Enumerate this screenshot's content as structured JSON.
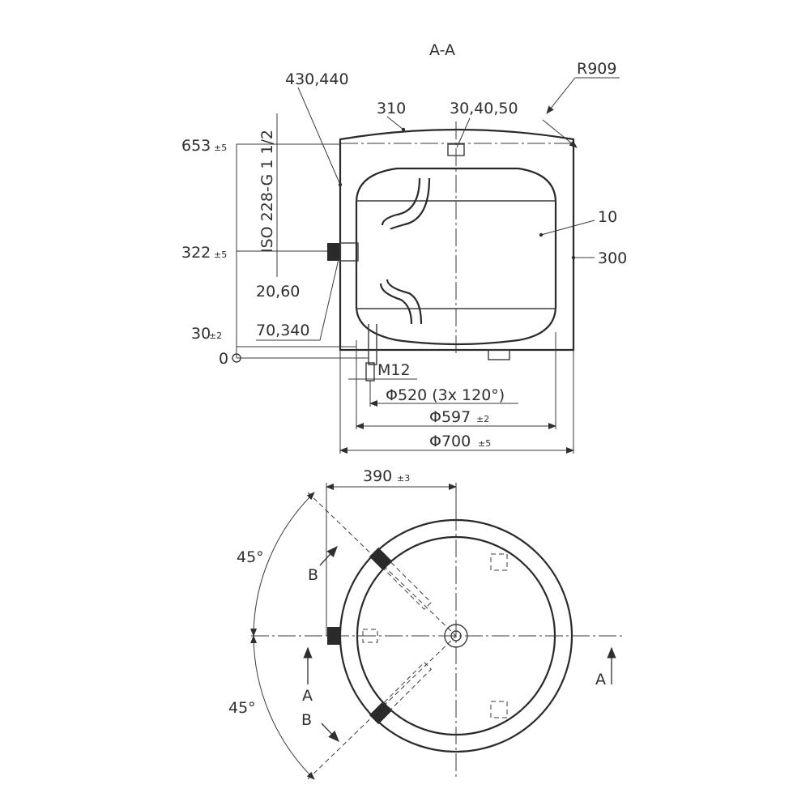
{
  "section": {
    "title": "A-A",
    "radius_label": "R909",
    "labels": {
      "l430_440": "430,440",
      "l310": "310",
      "l30_40_50": "30,40,50",
      "l10": "10",
      "l300": "300",
      "l20_60": "20,60",
      "l70_340": "70,340",
      "thread": "ISO 228-G 1 1/2",
      "bolt": "M12"
    },
    "heights": {
      "h653": "653",
      "h653_tol": "±5",
      "h322": "322",
      "h322_tol": "±5",
      "h30": "30",
      "h30_tol": "±2",
      "h0": "0"
    },
    "diameters": {
      "d520": "Φ520 (3x 120°)",
      "d597": "Φ597",
      "d597_tol": "±2",
      "d700": "Φ700",
      "d700_tol": "±5"
    }
  },
  "plan": {
    "offset": "390",
    "offset_tol": "±3",
    "angle_top": "45°",
    "angle_bottom": "45°",
    "cut_a_left": "A",
    "cut_a_right": "A",
    "cut_b_top": "B",
    "cut_b_bottom": "B"
  },
  "colors": {
    "line": "#3a3a3a",
    "insulation": "#d9d9d9",
    "text": "#2f2f2f"
  }
}
